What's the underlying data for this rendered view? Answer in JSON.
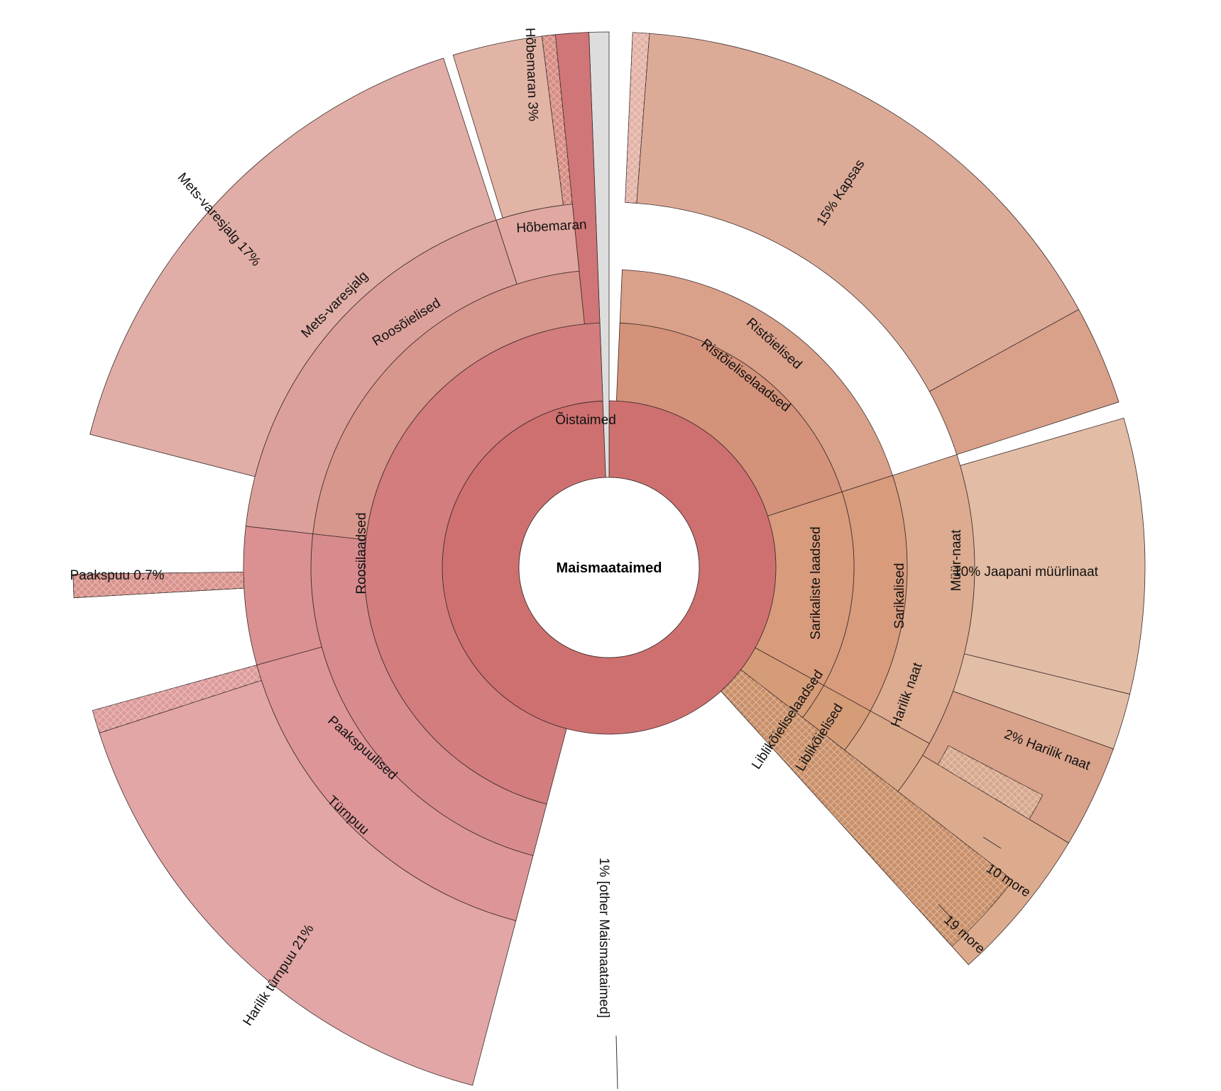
{
  "chart_data": {
    "type": "sunburst",
    "center": {
      "label": "Maismaataimed"
    },
    "nodes": [
      {
        "id": "oistaimed",
        "label": "Õistaimed",
        "ring": 1,
        "start": 0.0,
        "end": 0.994,
        "color": "#cf7070"
      },
      {
        "id": "other",
        "label": "1%   [other Maismaataimed]",
        "ring": 1,
        "start": 0.994,
        "end": 1.0,
        "color": "#dddddd",
        "outer_ring": 5
      },
      {
        "id": "roosilaadsed",
        "label": "Roosilaadsed",
        "ring": 2,
        "start": 0.541,
        "end": 0.994,
        "color": "#d37d7e"
      },
      {
        "id": "roosilaadsed-gap",
        "label": "",
        "ring": 2,
        "start": 0.994,
        "end": 1.0,
        "color": "#cf7070",
        "hidden": true
      },
      {
        "id": "ristoieliselaadsed",
        "label": "Ristõieliselaadsed",
        "ring": 2,
        "start": 0.0,
        "end": 0.0,
        "color": "#d39279"
      },
      {
        "id": "roosoielised",
        "label": "Roosõielised",
        "ring": 3,
        "start": 0.768,
        "end": 0.984,
        "color": "#d8978c"
      },
      {
        "id": "roos-sliver",
        "label": "",
        "ring": 3,
        "start": 0.984,
        "end": 0.994,
        "color": "#d07678",
        "outer_ring": 5
      },
      {
        "id": "paakspuulised",
        "label": "Paakspuulised",
        "ring": 3,
        "start": 0.541,
        "end": 0.768,
        "color": "#d88b8c"
      },
      {
        "id": "ristoielised",
        "label": "Ristõielised",
        "ring": 3,
        "start": 0.007,
        "end": 0.2,
        "color": "#d9a08a"
      },
      {
        "id": "sarikaliste-laadsed",
        "label": "Sarikaliste laadsed",
        "ring": 3,
        "start": 0.2,
        "end": 0.33,
        "color": "#d89b7c"
      },
      {
        "id": "liblikoieliselaadsed",
        "label": "Liblikõieliselaadsed",
        "ring": 3,
        "start": 0.33,
        "end": 0.383,
        "color": "#d59c78"
      },
      {
        "id": "mets-varesjalg",
        "label": "Mets-varesjalg",
        "ring": 4,
        "start": 0.768,
        "end": 0.95,
        "color": "#dca09a"
      },
      {
        "id": "hobemaran",
        "label": "Hõbemaran",
        "ring": 4,
        "start": 0.95,
        "end": 0.984,
        "color": "#e0a8a0"
      },
      {
        "id": "turnpuu",
        "label": "Türnpuu",
        "ring": 4,
        "start": 0.541,
        "end": 0.707,
        "color": "#dd9597"
      },
      {
        "id": "paakspuu-mid",
        "label": "",
        "ring": 4,
        "start": 0.707,
        "end": 0.768,
        "color": "#db9092"
      },
      {
        "id": "sarikalised",
        "label": "Sarikalised",
        "ring": 4,
        "start": 0.2,
        "end": 0.33,
        "color": "#dcab90"
      },
      {
        "id": "liblikoielised",
        "label": "Liblikõielised",
        "ring": 4,
        "start": 0.33,
        "end": 0.383,
        "color": "#d9a888"
      },
      {
        "id": "leaf-mets-varesjalg",
        "label": "Mets-varesjalg   17%",
        "ring": 5,
        "start": 0.79,
        "end": 0.95,
        "color": "#e0aea6"
      },
      {
        "id": "leaf-hobemaran",
        "label": "Hõbemaran   3%",
        "ring": 5,
        "start": 0.953,
        "end": 0.98,
        "color": "#e2b4a6"
      },
      {
        "id": "leaf-kapsas",
        "label": "15%   Kapsas",
        "ring": 5,
        "start": 0.012,
        "end": 0.17,
        "color": "#dcab98"
      },
      {
        "id": "leaf-kapsas-rest",
        "label": "",
        "ring": 5,
        "start": 0.17,
        "end": 0.2,
        "color": "#d9a08a"
      },
      {
        "id": "leaf-jaapani",
        "label": "10%   Jaapani müürlinaat",
        "ring": 5,
        "start": 0.205,
        "end": 0.288,
        "color": "#e2bca4"
      },
      {
        "id": "leaf-harilik-naat",
        "label": "2%   Harilik naat",
        "ring": 5,
        "start": 0.288,
        "end": 0.305,
        "color": "#e2bea6"
      },
      {
        "id": "leaf-naat-rest",
        "label": "",
        "ring": 5,
        "start": 0.305,
        "end": 0.336,
        "color": "#d9a28a"
      },
      {
        "id": "leaf-libli-rest",
        "label": "",
        "ring": 5,
        "start": 0.336,
        "end": 0.383,
        "color": "#dcab8e"
      },
      {
        "id": "leaf-harilik-turnpuu",
        "label": "Harilik türnpuu   21%",
        "ring": 5,
        "start": 0.541,
        "end": 0.7,
        "color": "#e2a6a6"
      },
      {
        "id": "leaf-paakspuu",
        "label": "Paakspuu   0.7%",
        "ring": 5,
        "start": 0.741,
        "end": 0.748,
        "color": "#d9928c"
      }
    ],
    "secondary_labels": [
      {
        "id": "mid-mets-varesjalg",
        "label": "Mets-varesjalg"
      },
      {
        "id": "mid-hobemaran",
        "label": "Hõbemaran"
      },
      {
        "id": "mid-muur-naat",
        "label": "Müür-naat"
      },
      {
        "id": "mid-harilik-naat",
        "label": "Harilik naat"
      },
      {
        "id": "more-10",
        "label": "10 more"
      },
      {
        "id": "more-19",
        "label": "19 more"
      }
    ]
  }
}
